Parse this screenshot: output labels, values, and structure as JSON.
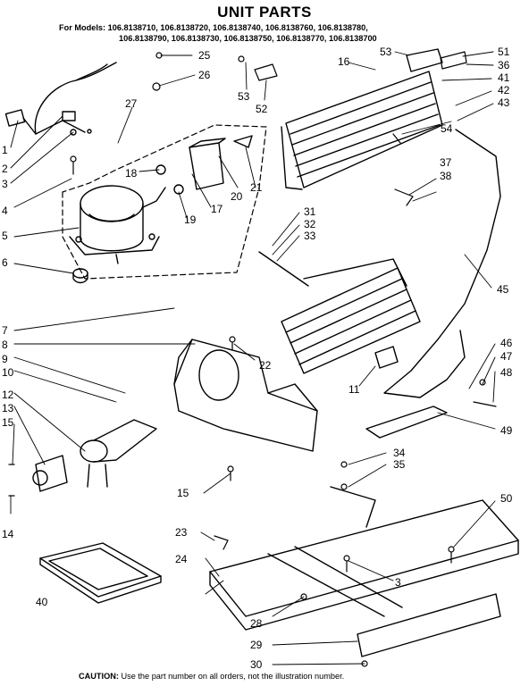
{
  "title": "UNIT PARTS",
  "models_line_1": "For Models: 106.8138710, 106.8138720, 106.8138740, 106.8138760, 106.8138780,",
  "models_line_2": "106.8138790, 106.8138730, 106.8138750, 106.8138770, 106.8138700",
  "caution_label": "CAUTION:",
  "caution_text": " Use the part number on all orders, not the illustration number.",
  "callouts": [
    "1",
    "2",
    "3",
    "4",
    "5",
    "6",
    "7",
    "8",
    "9",
    "10",
    "11",
    "12",
    "13",
    "14",
    "15",
    "16",
    "17",
    "18",
    "19",
    "20",
    "21",
    "22",
    "23",
    "24",
    "25",
    "26",
    "27",
    "28",
    "29",
    "30",
    "31",
    "32",
    "33",
    "34",
    "35",
    "36",
    "37",
    "38",
    "40",
    "41",
    "42",
    "43",
    "45",
    "46",
    "47",
    "48",
    "49",
    "50",
    "51",
    "52",
    "53",
    "54"
  ]
}
